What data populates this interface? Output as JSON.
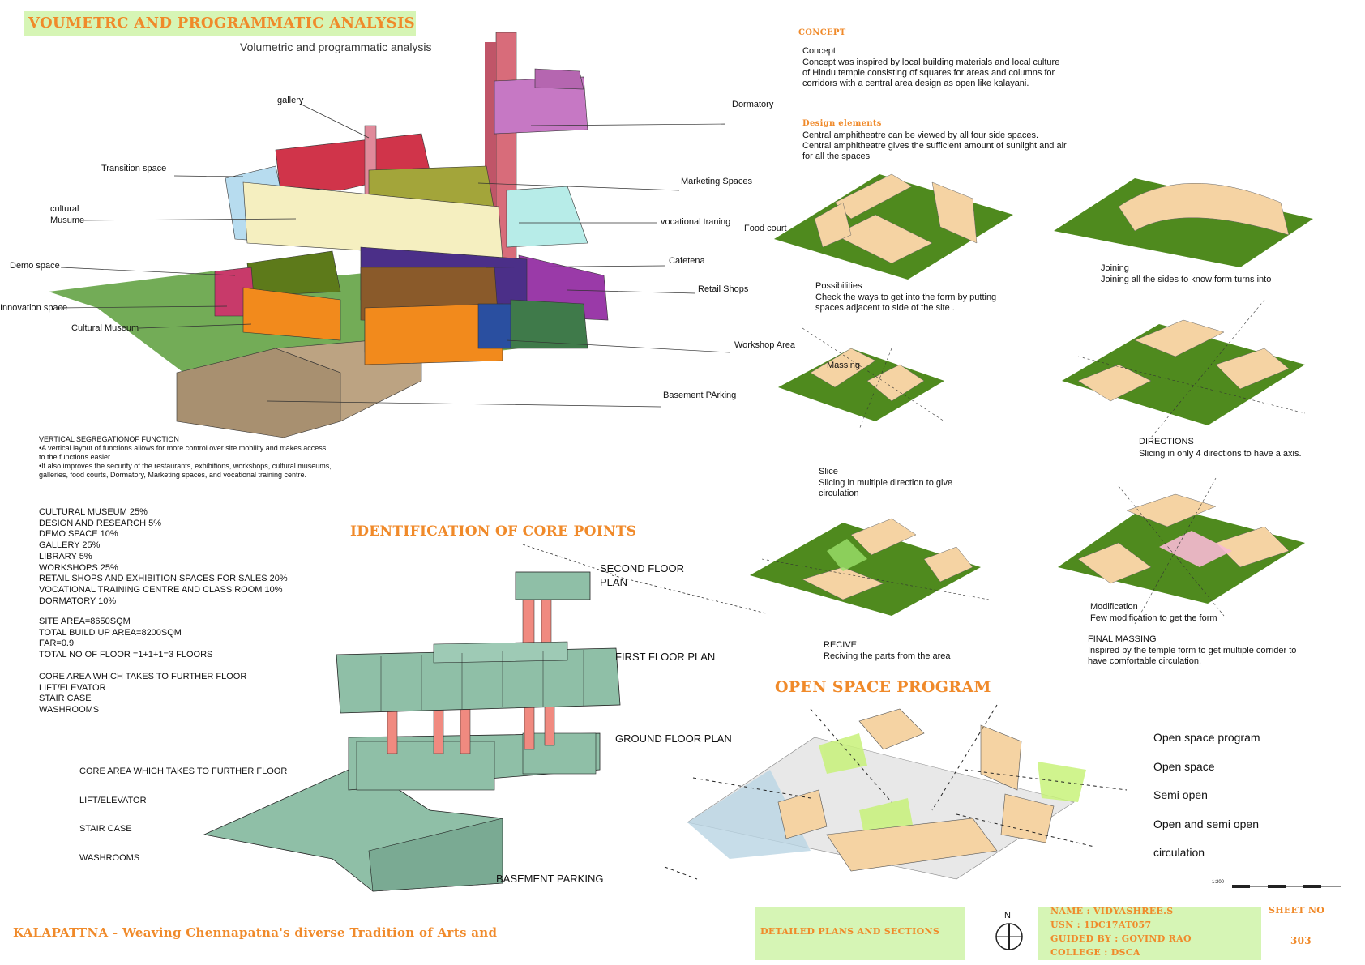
{
  "header": {
    "title": "VOUMETRC AND PROGRAMMATIC ANALYSIS",
    "subtitle": "Volumetric and programmatic analysis"
  },
  "volumetric": {
    "labels": {
      "gallery": "gallery",
      "dormatory": "Dormatory",
      "transition": "Transition space",
      "cultural_musume": "cultural\nMusume",
      "marketing": "Marketing Spaces",
      "vocational": "vocational traning",
      "food_court": "Food court",
      "cafetena": "Cafetena",
      "demo": "Demo space",
      "retail": "Retail Shops",
      "innovation": "Innovation space",
      "cultural_museum": "Cultural Museum",
      "workshop": "Workshop Area",
      "basement": "Basement PArking"
    }
  },
  "vertical_segregation": {
    "title": "VERTICAL SEGREGATIONOF FUNCTION",
    "lines": [
      "•A vertical layout of functions allows for more control over site mobility and makes access",
      "to the functions easier.",
      "•It also improves the security of the restaurants, exhibitions, workshops, cultural museums,",
      "galleries, food courts, Dormatory, Marketing spaces, and vocational training centre."
    ]
  },
  "program_list": [
    "CULTURAL MUSEUM 25%",
    "DESIGN AND RESEARCH 5%",
    "DEMO SPACE 10%",
    "GALLERY 25%",
    "LIBRARY 5%",
    "WORKSHOPS 25%",
    "RETAIL SHOPS AND EXHIBITION SPACES FOR SALES 20%",
    "VOCATIONAL TRAINING CENTRE AND CLASS ROOM 10%",
    "DORMATORY 10%"
  ],
  "site_data": [
    "SITE AREA=8650SQM",
    "TOTAL BUILD UP AREA=8200SQM",
    "FAR=0.9",
    "TOTAL NO OF FLOOR =1+1+1=3 FLOORS"
  ],
  "core_list": [
    "CORE AREA WHICH TAKES TO FURTHER FLOOR",
    "LIFT/ELEVATOR",
    "STAIR CASE",
    "WASHROOMS"
  ],
  "core_section": {
    "title": "IDENTIFICATION  OF CORE POINTS",
    "left_labels": [
      "CORE AREA WHICH TAKES TO FURTHER FLOOR",
      "LIFT/ELEVATOR",
      "STAIR CASE",
      "WASHROOMS"
    ],
    "floor_labels": {
      "second": "SECOND FLOOR\nPLAN",
      "first": "FIRST FLOOR PLAN",
      "ground": "GROUND FLOOR PLAN",
      "basement": "BASEMENT PARKING"
    }
  },
  "concept": {
    "heading": "CONCEPT",
    "title": "Concept",
    "text": "Concept was inspired by local building materials and local culture\nof Hindu temple consisting of squares for areas and columns for\ncorridors with a central area design as open like kalayani.",
    "design_heading": "Design elements",
    "design_text": "Central amphitheatre can be viewed by all four side spaces.\nCentral amphitheatre gives the sufficient amount of sunlight and air\nfor all the spaces"
  },
  "massing_steps": {
    "joining_title": "Joining",
    "joining_text": "Joining all the sides to know form turns into",
    "possibilities_title": "Possibilities",
    "possibilities_text": "Check the ways to get into the form by putting\nspaces adjacent to side of the site .",
    "massing_label": "Massing",
    "directions_title": "DIRECTIONS",
    "directions_text": "Slicing in only 4 directions to have a axis.",
    "slice_title": "Slice",
    "slice_text": "Slicing in multiple direction to give\ncirculation",
    "recive_title": "RECIVE",
    "recive_text": "Reciving the parts from the area",
    "modification_title": "Modification",
    "modification_text": "Few modification to get the form",
    "final_title": "FINAL MASSING",
    "final_text": "Inspired by the temple form to get multiple corrider to\nhave comfortable circulation."
  },
  "open_space": {
    "title": "OPEN SPACE PROGRAM",
    "legend": [
      "Open space program",
      "Open space",
      "Semi open",
      "Open and semi open",
      "circulation"
    ],
    "scale_label": "1:200"
  },
  "footer": {
    "project": "KALAPATTNA - Weaving Chennapatna's diverse Tradition of Arts and",
    "sheet_title": "DETAILED PLANS AND SECTIONS",
    "north": "N",
    "name": "NAME : VIDYASHREE.S",
    "usn": "USN  : 1DC17AT057",
    "guide": "GUIDED BY : GOVIND RAO",
    "college": "COLLEGE : DSCA",
    "sheet_no_label": "SHEET NO",
    "sheet_no": "303"
  },
  "colors": {
    "accent_orange": "#f08a2a",
    "band_green": "#d6f5b5",
    "site_green": "#4f8a1e",
    "mass_tan": "#f5d3a3",
    "core_teal": "#8fbfa7",
    "core_pink": "#f08a80"
  }
}
